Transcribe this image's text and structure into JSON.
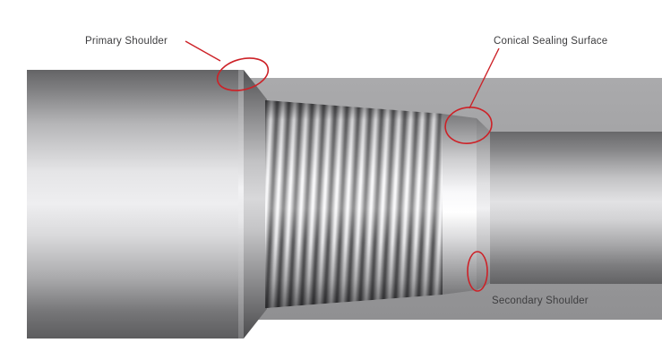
{
  "diagram": {
    "annotation_color": "#cd2127",
    "label_color": "#3d3d3f",
    "labels": {
      "primary_shoulder": "Primary Shoulder",
      "conical_sealing_surface": "Conical Sealing Surface",
      "secondary_shoulder": "Secondary Shoulder"
    }
  }
}
